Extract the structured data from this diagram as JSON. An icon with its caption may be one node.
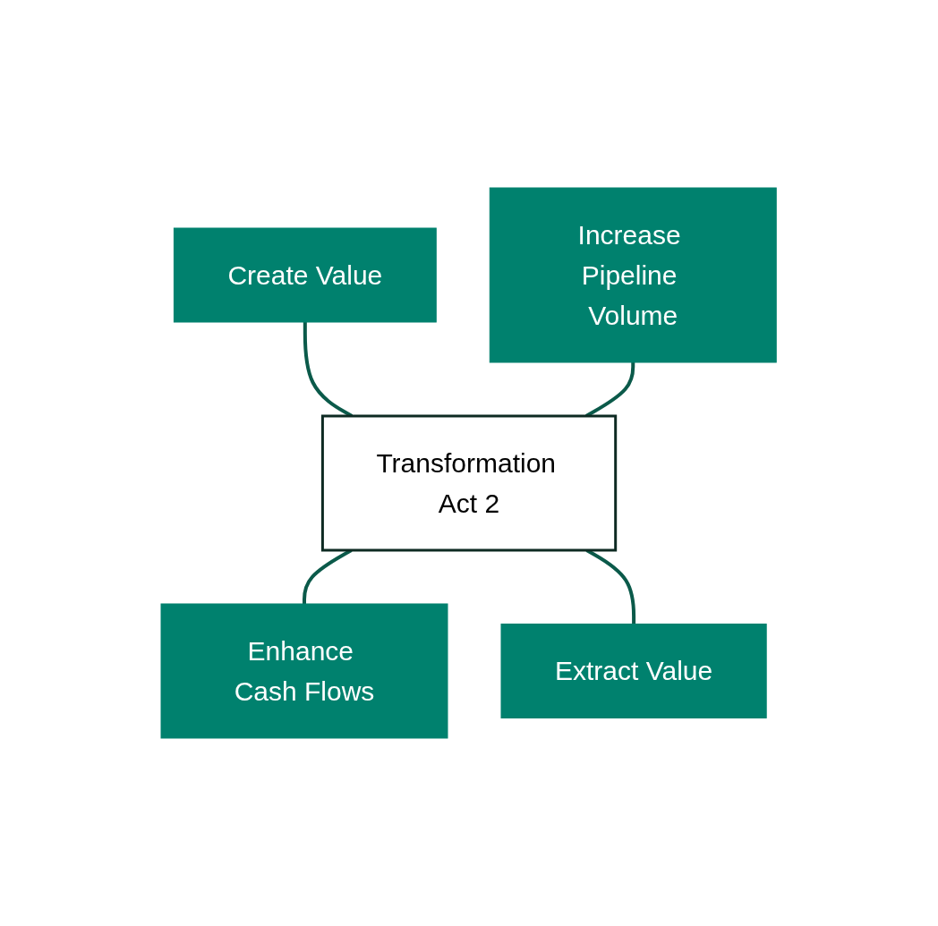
{
  "diagram": {
    "nodes": [
      {
        "text": [
          "Create Value"
        ]
      },
      {
        "text": [
          "Increase Pipeline Volume"
        ]
      },
      {
        "text": [
          "Transformation Act 2"
        ]
      },
      {
        "text": [
          "Enhance Cash Flows"
        ]
      },
      {
        "text": [
          "Extract Value"
        ]
      }
    ],
    "edges": [
      {
        "from": 0,
        "to": 2,
        "arrow": "none"
      },
      {
        "from": 1,
        "to": 2,
        "arrow": "none"
      },
      {
        "from": 2,
        "to": 3,
        "arrow": "none"
      },
      {
        "from": 2,
        "to": 4,
        "arrow": "none"
      }
    ]
  }
}
